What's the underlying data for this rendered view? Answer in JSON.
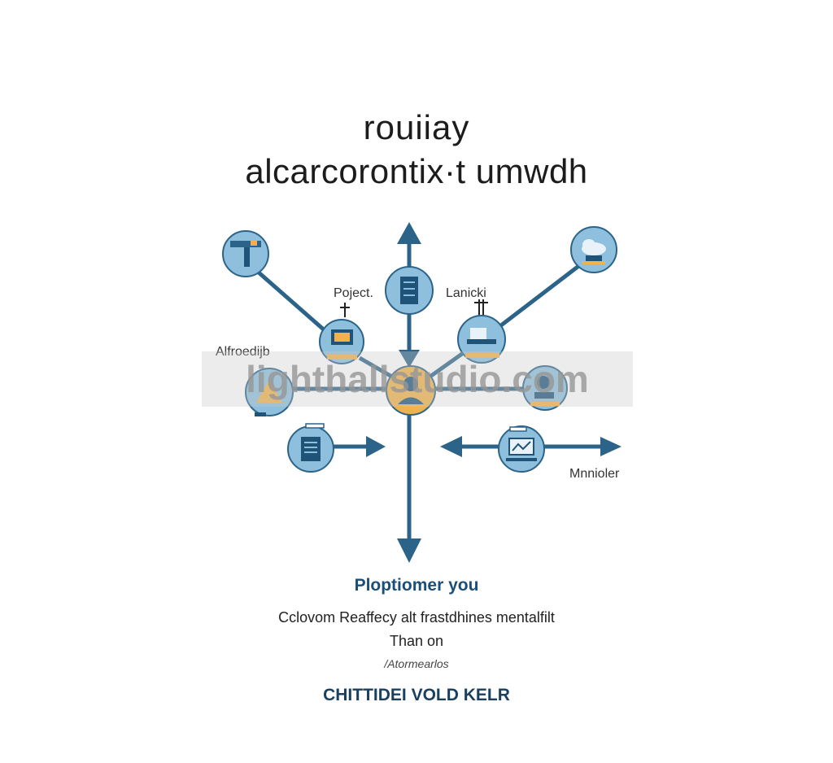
{
  "title": {
    "line1": "rouiiay",
    "line2": "alcarcorontix·t umwdh"
  },
  "labels": {
    "poject": "Poject.",
    "lanicki": "Lanicki",
    "alfroedih": "Alfroedijb",
    "mnnioler": "Mnnioler"
  },
  "watermark": "lighthallstudio.com",
  "footer": {
    "heading": "Ploptiomer you",
    "description": "Cclovom Reaffecy alt frastdhines mentalfilt",
    "description2": "Than on",
    "small": "/Atormearlos",
    "brand": "CHITTIDEI  VOLD KELR"
  },
  "colors": {
    "line": "#2c6489",
    "node_fill": "#8ec0de",
    "node_stroke": "#2c6489",
    "accent": "#f0b34b",
    "icon": "#1f5378"
  },
  "icons": [
    "building-icon",
    "cloud-icon",
    "server-icon",
    "monitor-icon",
    "desk-icon",
    "person-icon",
    "triangle-icon",
    "document-icon",
    "presentation-icon",
    "user-icon"
  ]
}
